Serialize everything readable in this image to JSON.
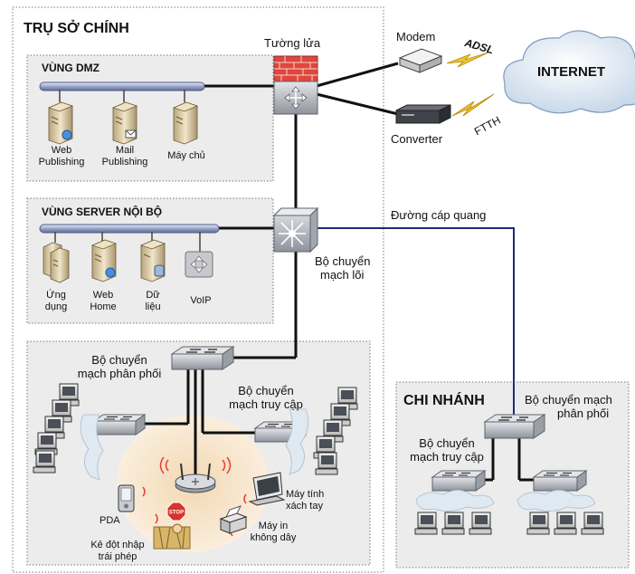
{
  "headquarters": {
    "title": "TRỤ SỞ CHÍNH",
    "dmz": {
      "title": "VÙNG DMZ",
      "servers": [
        {
          "line1": "Web",
          "line2": "Publishing",
          "icon": "web-server-icon"
        },
        {
          "line1": "Mail",
          "line2": "Publishing",
          "icon": "mail-server-icon"
        },
        {
          "line1": "Máy chủ",
          "line2": "",
          "icon": "server-icon"
        }
      ]
    },
    "internal": {
      "title": "VÙNG SERVER NỘI BỘ",
      "servers": [
        {
          "line1": "Ứng",
          "line2": "dụng",
          "icon": "app-server-icon"
        },
        {
          "line1": "Web",
          "line2": "Home",
          "icon": "web-server-icon"
        },
        {
          "line1": "Dữ",
          "line2": "liệu",
          "icon": "database-server-icon"
        },
        {
          "line1": "VoIP",
          "line2": "",
          "icon": "voip-icon"
        }
      ]
    },
    "firewall": "Tường lửa",
    "core_switch": {
      "line1": "Bộ chuyển",
      "line2": "mạch lõi"
    },
    "dist_switch": {
      "line1": "Bộ chuyển",
      "line2": "mạch phân phối"
    },
    "access_switch": {
      "line1": "Bộ chuyển",
      "line2": "mạch truy cập"
    },
    "wireless": {
      "pda": "PDA",
      "laptop": {
        "line1": "Máy tính",
        "line2": "xách tay"
      },
      "printer": {
        "line1": "Máy in",
        "line2": "không dây"
      },
      "intruder": {
        "line1": "Kẻ đột nhập",
        "line2": "trái phép"
      },
      "stop_sign": "STOP"
    }
  },
  "wan": {
    "modem": "Modem",
    "converter": "Converter",
    "adsl": "ADSL",
    "ftth": "FTTH",
    "internet": "INTERNET",
    "fiber_link": "Đường cáp quang"
  },
  "branch": {
    "title": "CHI NHÁNH",
    "dist_switch": {
      "line1": "Bộ chuyển mạch",
      "line2": "phân phối"
    },
    "access_switch": {
      "line1": "Bộ chuyển",
      "line2": "mạch truy cập"
    }
  },
  "colors": {
    "zone_bg": "#ececec",
    "fiber_link": "#1f2a7a",
    "firewall_brick": "#e0463c",
    "wireless_halo": "#f6e1c4",
    "server_beige": "#d9c7a0"
  }
}
